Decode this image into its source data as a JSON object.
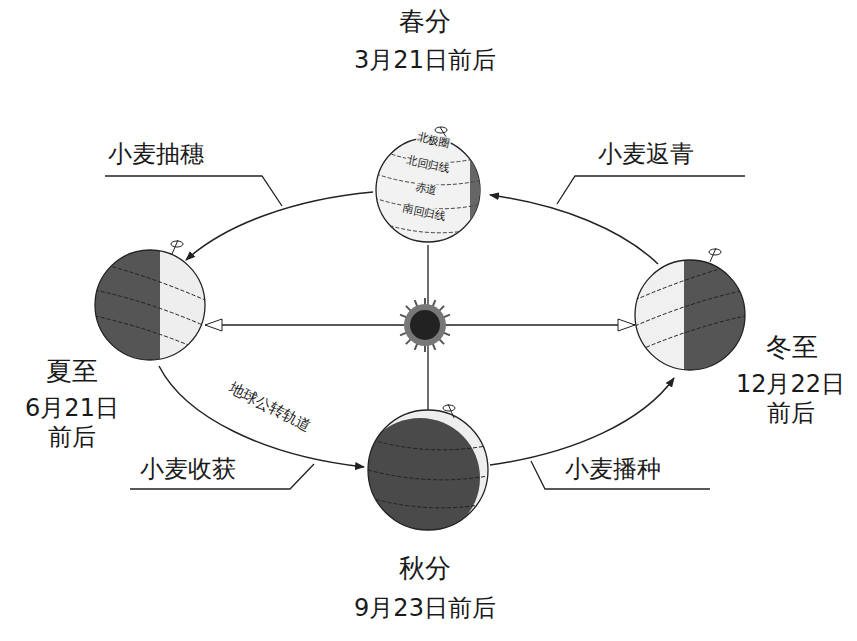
{
  "diagram": {
    "labels": [
      "春分",
      "3月21日前后",
      "小麦抽穗",
      "小麦返青",
      "北极圈",
      "北回归线",
      "赤道",
      "南回归线",
      "夏至",
      "6月21日 前后",
      "冬至",
      "12月22日 前后",
      "地球公转轨道",
      "小麦收获",
      "小麦播种",
      "秋分",
      "9月23日前后"
    ]
  }
}
